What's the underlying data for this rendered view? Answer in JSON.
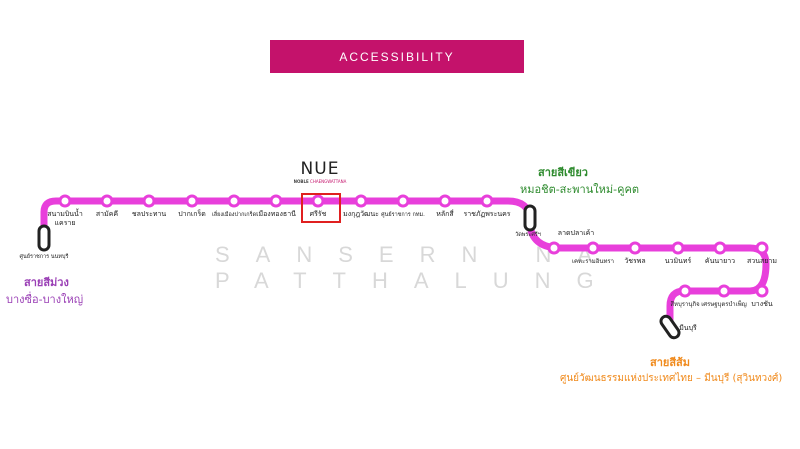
{
  "banner": {
    "label": "ACCESSIBILITY"
  },
  "watermark": {
    "line1": "SANSERN NA",
    "line2": "PATTHALUNG"
  },
  "logo": {
    "name": "NUE",
    "sub_left": "NOBLE",
    "sub_right": "CHAENGWATTANA"
  },
  "colors": {
    "pink_line": "#e83fdb",
    "banner": "#c4126b",
    "green": "#2e8b2e",
    "purple": "#9a3fb5",
    "orange": "#f08a1c",
    "highlight": "#e02020"
  },
  "stations_top": [
    "สนามบินน้ำ",
    "สามัคคี",
    "ชลประทาน",
    "ปากเกร็ด",
    "เลี่ยงเมืองปากเกร็ด",
    "เมืองทองธานี",
    "ศรีรัช",
    "มงกุฎวัฒนะ",
    "ศูนย์ราชการ กทม.",
    "หลักสี่",
    "ราชภัฏพระนคร"
  ],
  "station_first_line2": "แคราย",
  "stations_bottom": [
    "ลาดปลาเค้า",
    "เคหะรามอินทรา",
    "วัชรพล",
    "นวมินทร์",
    "คันนายาว",
    "สวนสยาม",
    "สีหบุรานุกิจ",
    "เศรษฐบุตรบำเพ็ญ",
    "บางชัน"
  ],
  "interchanges": {
    "west": {
      "label": "ศูนย์ราชการ นนทบุรี"
    },
    "north": {
      "label": "วัดพระศรีฯ"
    },
    "east": {
      "label": "มีนบุรี"
    }
  },
  "lines": {
    "purple": {
      "name": "สายสีม่วง",
      "route": "บางซื่อ-บางใหญ่"
    },
    "green": {
      "name": "สายสีเขียว",
      "route": "หมอชิต-สะพานใหม่-คูคต"
    },
    "orange": {
      "name": "สายสีส้ม",
      "route": "ศูนย์วัฒนธรรมแห่งประเทศไทย – มีนบุรี (สุวินทวงศ์)"
    }
  }
}
